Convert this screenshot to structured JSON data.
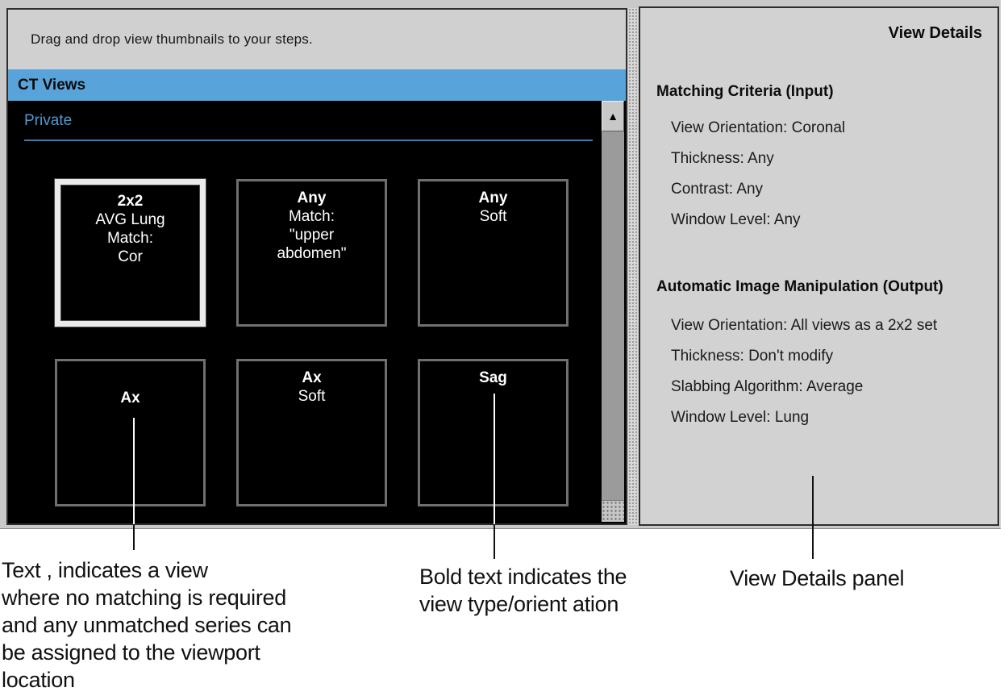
{
  "window": {
    "instruction": "Drag and drop view thumbnails to your steps.",
    "ct_views": {
      "header": "CT Views",
      "group_label": "Private",
      "thumbnails": [
        {
          "lines": [
            "2x2",
            "AVG Lung",
            "Match:",
            "Cor"
          ],
          "selected": true
        },
        {
          "lines": [
            "Any",
            "Match:",
            "\"upper",
            "abdomen\""
          ],
          "selected": false
        },
        {
          "lines": [
            "Any",
            "Soft"
          ],
          "selected": false
        },
        {
          "lines": [
            "Ax"
          ],
          "selected": false
        },
        {
          "lines": [
            "Ax",
            "Soft"
          ],
          "selected": false
        },
        {
          "lines": [
            "Sag"
          ],
          "selected": false
        }
      ]
    },
    "view_details": {
      "title": "View Details",
      "sections": [
        {
          "heading": "Matching Criteria (Input)",
          "items": [
            "View Orientation: Coronal",
            "Thickness: Any",
            "Contrast: Any",
            "Window Level: Any"
          ]
        },
        {
          "heading": "Automatic Image Manipulation (Output)",
          "items": [
            "View Orientation: All views as a 2x2 set",
            "Thickness: Don't modify",
            "Slabbing Algorithm: Average",
            "Window Level: Lung"
          ]
        }
      ]
    }
  },
  "annotations": {
    "no_matching_note": "Text , indicates a view\nwhere no matching is required\nand any unmatched series can\nbe assigned to the viewport\nlocation",
    "bold_text_note": "Bold text indicates the\nview type/orient ation",
    "view_details_note": "View Details panel"
  },
  "icons": {
    "scroll_up": "▲"
  },
  "colors": {
    "header_blue": "#58a3da",
    "group_label_blue": "#4f9ad2",
    "rule_blue": "#3c7fb4",
    "panel_gray": "#d2d2d2",
    "instruction_gray": "#d0d0d0",
    "selected_border": "#eaeaea",
    "thumbnail_border": "#6f6f6f",
    "scroll_track": "#9b9b9b"
  }
}
